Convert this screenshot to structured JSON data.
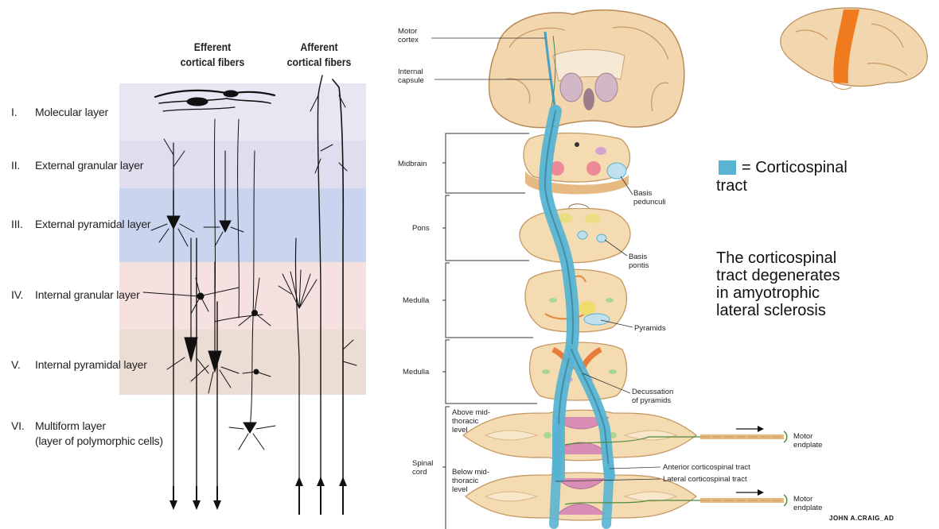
{
  "left_panel": {
    "column_headers": {
      "efferent": [
        "Efferent",
        "cortical fibers"
      ],
      "afferent": [
        "Afferent",
        "cortical fibers"
      ]
    },
    "layers": [
      {
        "numeral": "I.",
        "name": "Molecular layer",
        "color": "#e9e6f4"
      },
      {
        "numeral": "II.",
        "name": "External granular layer",
        "color": "#e2dcef"
      },
      {
        "numeral": "III.",
        "name": "External pyramidal layer",
        "color": "#c9d5ef"
      },
      {
        "numeral": "IV.",
        "name": "Internal granular layer",
        "color": "#f6e1e1"
      },
      {
        "numeral": "V.",
        "name": "Internal pyramidal layer",
        "color": "#ebdcd4"
      },
      {
        "numeral": "VI.",
        "name": "Multiform layer",
        "name2": "(layer of polymorphic cells)",
        "color": "#ffffff"
      }
    ]
  },
  "right_panel": {
    "annotations": {
      "motor_cortex": [
        "Motor",
        "cortex"
      ],
      "internal_capsule": [
        "Internal",
        "capsule"
      ],
      "midbrain": "Midbrain",
      "pons": "Pons",
      "medulla_1": "Medulla",
      "medulla_2": "Medulla",
      "spinal_cord": [
        "Spinal",
        "cord"
      ],
      "above_mid_thoracic": [
        "Above mid-",
        "thoracic",
        "level"
      ],
      "below_mid_thoracic": [
        "Below mid-",
        "thoracic",
        "level"
      ],
      "basis_pedunculi": [
        "Basis",
        "pedunculi"
      ],
      "basis_pontis": [
        "Basis",
        "pontis"
      ],
      "pyramids": "Pyramids",
      "decussation": [
        "Decussation",
        "of pyramids"
      ],
      "anterior_cst": "Anterior corticospinal tract",
      "lateral_cst": "Lateral corticospinal tract",
      "motor_endplate_1": [
        "Motor",
        "endplate"
      ],
      "motor_endplate_2": [
        "Motor",
        "endplate"
      ]
    },
    "legend": {
      "swatch_color": "#59b4d2",
      "text_line1": "= Corticospinal",
      "text_line2": "tract"
    },
    "statement": [
      "The corticospinal",
      "tract degenerates",
      "in amyotrophic",
      "lateral sclerosis"
    ],
    "signature": "JOHN A.CRAIG_AD"
  },
  "colors": {
    "tract": "#59b4d2",
    "tissue": "#f2d6ad",
    "tissue_dark": "#e7b983",
    "motor_strip": "#f07a1e"
  }
}
